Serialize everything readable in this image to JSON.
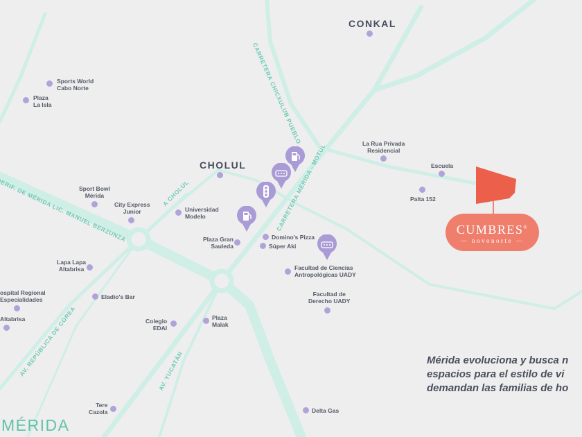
{
  "colors": {
    "background": "#eeeeef",
    "road": "#cfeee6",
    "road_label": "#6fcbb4",
    "poi_dot": "#b0a3d8",
    "pin": "#a99cd6",
    "project": "#ec5f4a",
    "badge": "#f07e6c",
    "text": "#555a66",
    "city_label": "#62c3a7"
  },
  "towns": {
    "conkal": "CONKAL",
    "cholul": "CHOLUL"
  },
  "roads": {
    "chicxulub": "CARRETERA CHICXULUB PUEBLO",
    "merida_motul": "CARRETERA MÉRIDA - MOTUL",
    "a_cholul": "A CHOLUL",
    "periferico": "PERIF. DE MÉRIDA LIC. MANUEL BERZUNZA",
    "republica_corea": "AV. REPÚBLICA DE COREA",
    "yucatan": "AV. YUCATÁN"
  },
  "pois": {
    "sports_world": [
      "Sports World",
      "Cabo Norte"
    ],
    "plaza_la_isla": [
      "Plaza",
      "La Isla"
    ],
    "sport_bowl": [
      "Sport Bowl",
      "Mérida"
    ],
    "city_express": [
      "City Express",
      "Junior"
    ],
    "universidad_modelo": [
      "Universidad",
      "Modelo"
    ],
    "plaza_gran_sauleda": [
      "Plaza Gran",
      "Sauleda"
    ],
    "dominos": [
      "Domino's Pizza"
    ],
    "super_aki": [
      "Súper Aki"
    ],
    "la_rua": [
      "La Rua Privada",
      "Residencial"
    ],
    "escuela": [
      "Escuela"
    ],
    "palta": [
      "Palta 152"
    ],
    "lapa_lapa": [
      "Lapa Lapa",
      "Altabrisa"
    ],
    "hospital": [
      "ospital Regional",
      "Especialidades"
    ],
    "altabrisa": [
      "Altabrisa"
    ],
    "eladios": [
      "Eladio's Bar"
    ],
    "facultad_ciencias": [
      "Facultad de Ciencias",
      "Antropológicas UADY"
    ],
    "facultad_derecho": [
      "Facultad de",
      "Derecho UADY"
    ],
    "colegio_edai": [
      "Colegio",
      "EDAI"
    ],
    "plaza_malak": [
      "Plaza",
      "Malak"
    ],
    "tere_cazola": [
      "Tere",
      "Cazola"
    ],
    "delta_gas": [
      "Delta Gas"
    ]
  },
  "pins": [
    "gas-station-icon",
    "store-icon",
    "traffic-light-icon",
    "gas-station-icon",
    "store-icon"
  ],
  "project": {
    "name": "CUMBRES",
    "mark": "®",
    "subtitle": "novonorte"
  },
  "tagline": [
    "Mérida evoluciona y busca n",
    "espacios para el estilo de vi",
    "demandan las familias de ho"
  ],
  "city": "MÉRIDA"
}
